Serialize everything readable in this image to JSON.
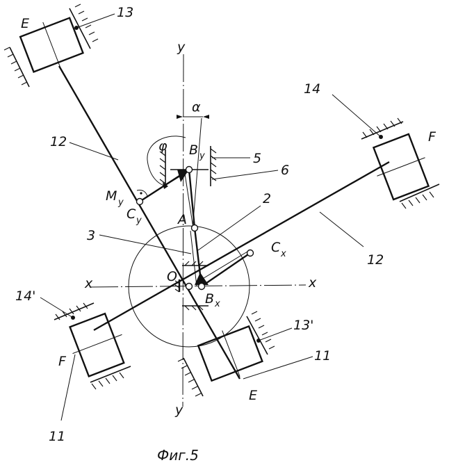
{
  "labels": {
    "E_top": "E",
    "n13": "13",
    "y_top": "y",
    "n14": "14",
    "F_right": "F",
    "alpha": "α",
    "phi": "φ",
    "By": "B",
    "By_sub": "y",
    "n5": "5",
    "n6": "6",
    "n12_left": "12",
    "My": "M",
    "My_sub": "y",
    "Cy": "C",
    "Cy_sub": "y",
    "n2": "2",
    "A": "A",
    "n3": "3",
    "Cx": "C",
    "Cx_sub": "x",
    "n12_right": "12",
    "x_left": "x",
    "O": "O",
    "x_right": "x",
    "Bx": "B",
    "Bx_sub": "x",
    "n14p": "14'",
    "n13p": "13'",
    "F_left": "F",
    "n11_right": "11",
    "E_bottom": "E",
    "y_bottom": "y",
    "n11_left": "11"
  },
  "caption": "Фиг.5"
}
